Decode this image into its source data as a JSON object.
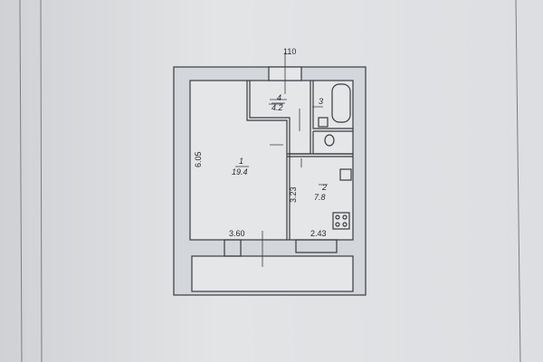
{
  "plan": {
    "top_dimension": "110",
    "rooms": [
      {
        "number": "1",
        "area": "19.4"
      },
      {
        "number": "2",
        "area": "7.8"
      },
      {
        "number": "3"
      },
      {
        "number": "4",
        "area": "4.2"
      }
    ],
    "dimensions": {
      "room1_height": "6.05",
      "room1_width": "3.60",
      "kitchen_width": "2.43",
      "kitchen_height": "3.23"
    }
  }
}
